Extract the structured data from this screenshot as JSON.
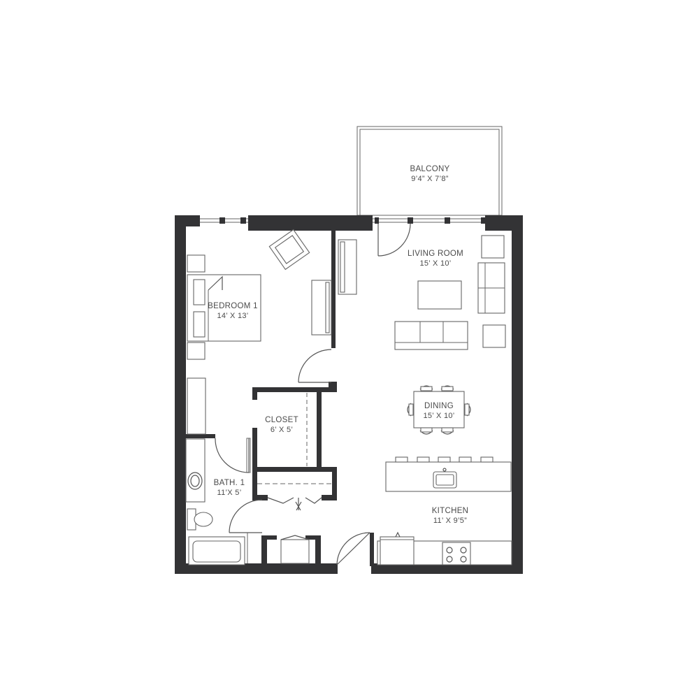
{
  "rooms": {
    "balcony": {
      "name": "BALCONY",
      "dims": "9’4” X 7’8”"
    },
    "living_room": {
      "name": "LIVING ROOM",
      "dims": "15’ X 10’"
    },
    "bedroom_1": {
      "name": "BEDROOM 1",
      "dims": "14’ X 13’"
    },
    "closet": {
      "name": "CLOSET",
      "dims": "6’ X 5’"
    },
    "dining": {
      "name": "DINING",
      "dims": "15’ X 10’"
    },
    "bath_1": {
      "name": "BATH. 1",
      "dims": "11’X 5’"
    },
    "kitchen": {
      "name": "KITCHEN",
      "dims": "11’ X 9’5”"
    }
  },
  "colors": {
    "wall": "#333335",
    "line": "#555555"
  }
}
